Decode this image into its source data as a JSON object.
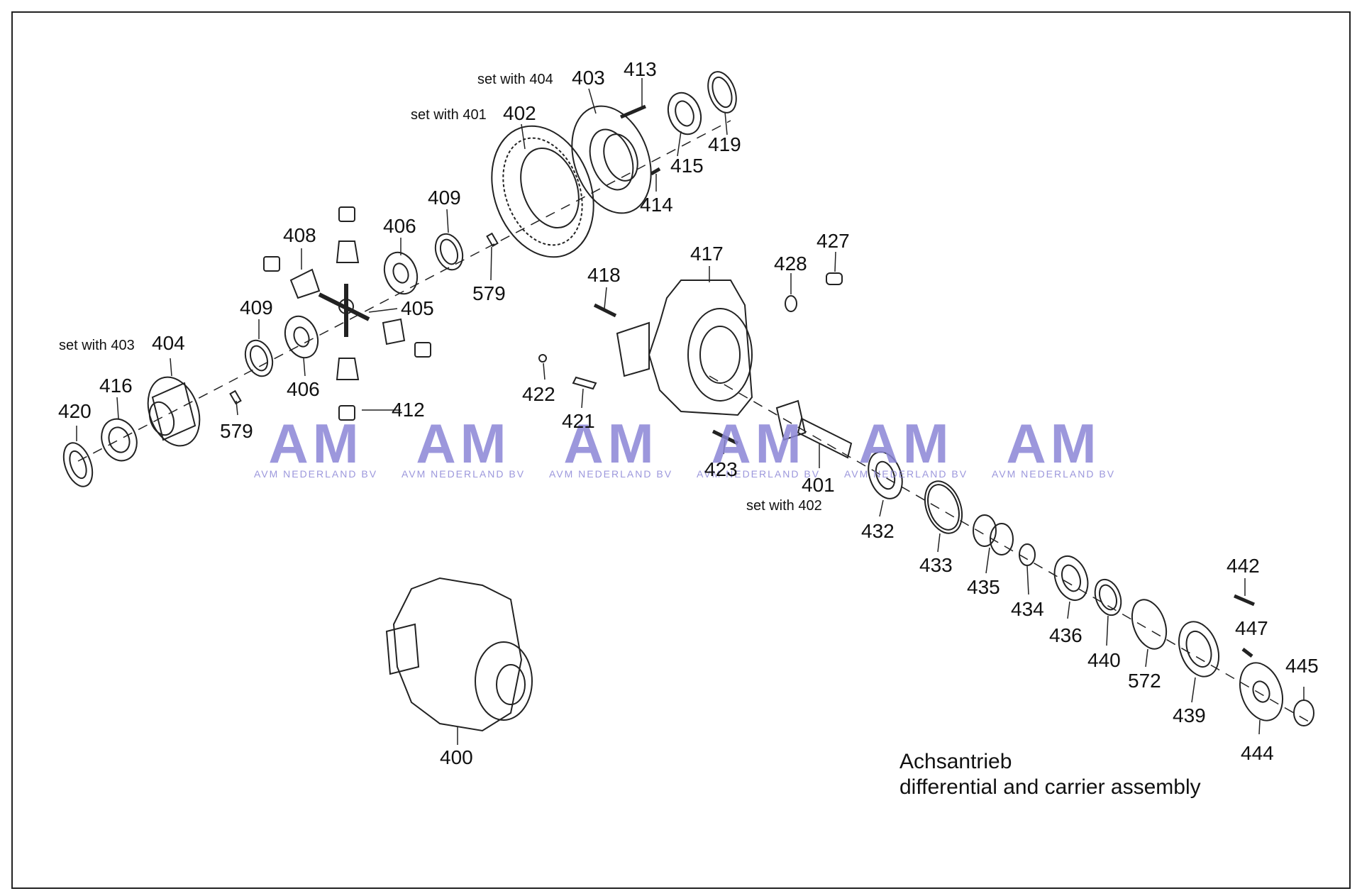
{
  "title": {
    "line1": "Achsantrieb",
    "line2": "differential and carrier assembly"
  },
  "watermark": {
    "mark": "AM",
    "company": "AVM NEDERLAND BV",
    "color": "#8b86d6"
  },
  "notes": {
    "n403": "set with 404",
    "n402": "set with 401",
    "n404": "set with 403",
    "n401": "set with 402"
  },
  "parts": {
    "p400": "400",
    "p401": "401",
    "p402": "402",
    "p403": "403",
    "p404": "404",
    "p405": "405",
    "p406a": "406",
    "p406b": "406",
    "p408": "408",
    "p409a": "409",
    "p409b": "409",
    "p412": "412",
    "p413": "413",
    "p414": "414",
    "p415": "415",
    "p416": "416",
    "p417": "417",
    "p418": "418",
    "p419": "419",
    "p420": "420",
    "p421": "421",
    "p422": "422",
    "p423": "423",
    "p427": "427",
    "p428": "428",
    "p432": "432",
    "p433": "433",
    "p434": "434",
    "p435": "435",
    "p436": "436",
    "p439": "439",
    "p440": "440",
    "p442": "442",
    "p444": "444",
    "p445": "445",
    "p447": "447",
    "p572": "572",
    "p579a": "579",
    "p579b": "579"
  }
}
